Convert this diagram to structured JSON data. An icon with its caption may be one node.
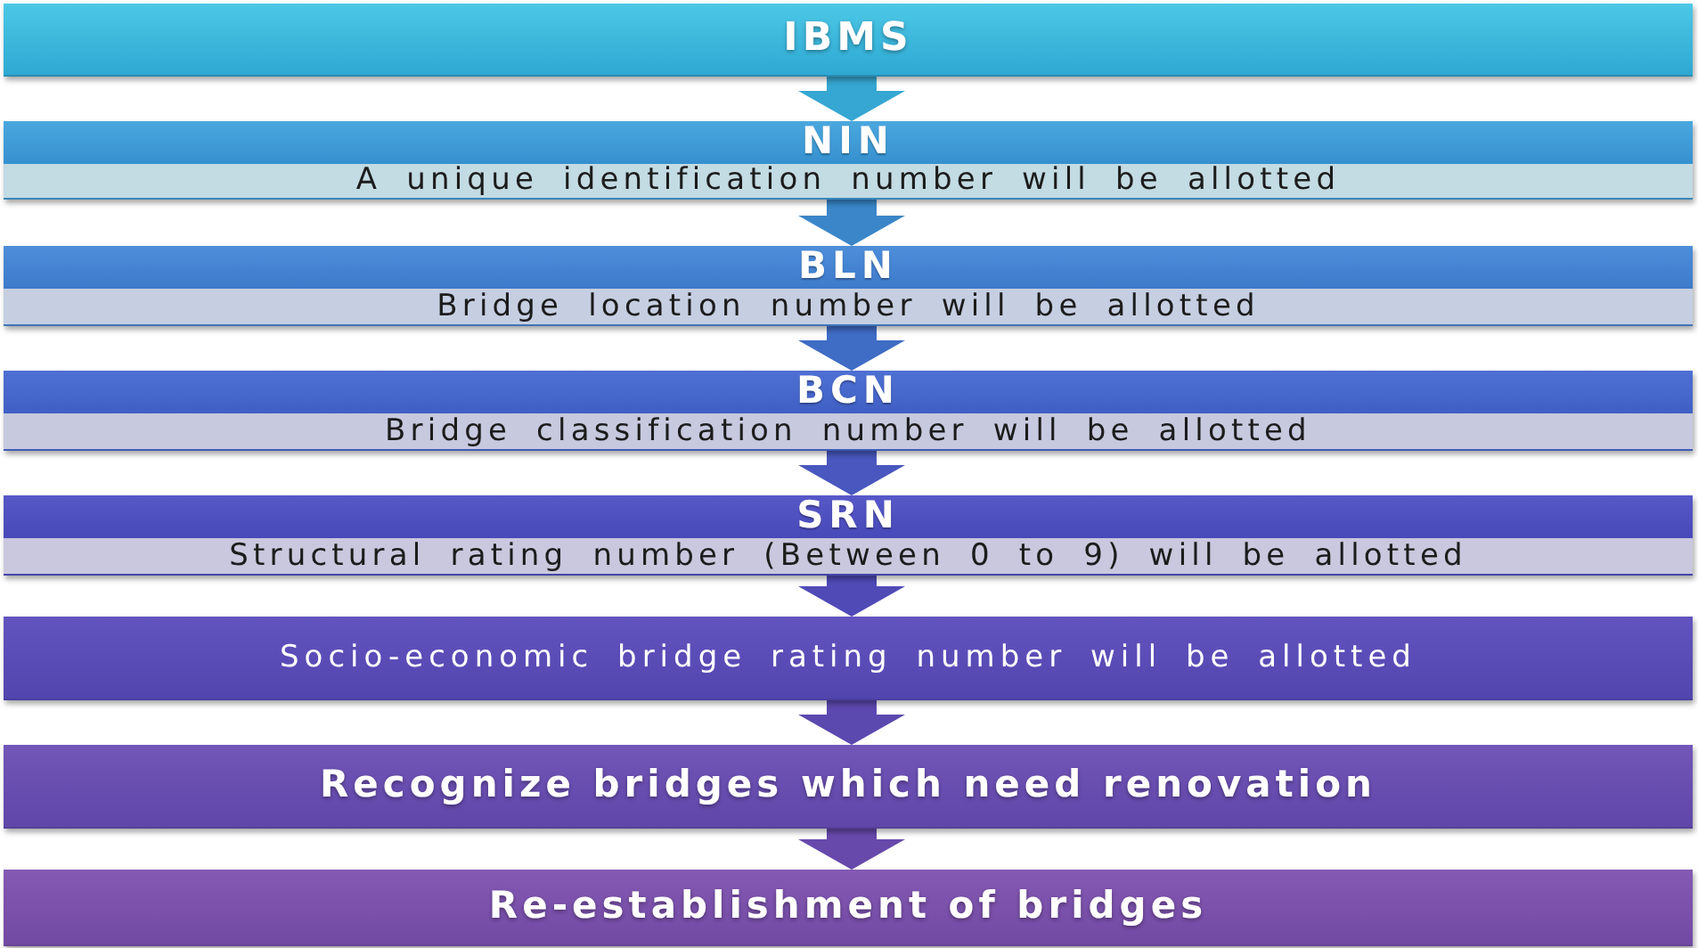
{
  "diagram": {
    "nodes": [
      {
        "text": [
          "IBMS"
        ]
      },
      {
        "text": [
          "NIN",
          "A unique identification number will be allotted"
        ]
      },
      {
        "text": [
          "BLN",
          "Bridge location number will be allotted"
        ]
      },
      {
        "text": [
          "BCN",
          "Bridge classification number will be allotted"
        ]
      },
      {
        "text": [
          "SRN",
          "Structural rating number (Between 0 to 9) will be allotted"
        ]
      },
      {
        "text": [
          "Socio-economic bridge rating number will be allotted"
        ]
      },
      {
        "text": [
          "Recognize bridges which need renovation"
        ]
      },
      {
        "text": [
          "Re-establishment of bridges"
        ]
      }
    ],
    "edges": [
      {
        "from": 0,
        "to": 1,
        "arrow": "to",
        "color": "#36a7d2"
      },
      {
        "from": 1,
        "to": 2,
        "arrow": "to",
        "color": "#3a86c9"
      },
      {
        "from": 2,
        "to": 3,
        "arrow": "to",
        "color": "#3f6cc5"
      },
      {
        "from": 3,
        "to": 4,
        "arrow": "to",
        "color": "#4957be"
      },
      {
        "from": 4,
        "to": 5,
        "arrow": "to",
        "color": "#4f4ab6"
      },
      {
        "from": 5,
        "to": 6,
        "arrow": "to",
        "color": "#5c49af"
      },
      {
        "from": 6,
        "to": 7,
        "arrow": "to",
        "color": "#6749ac"
      }
    ]
  }
}
